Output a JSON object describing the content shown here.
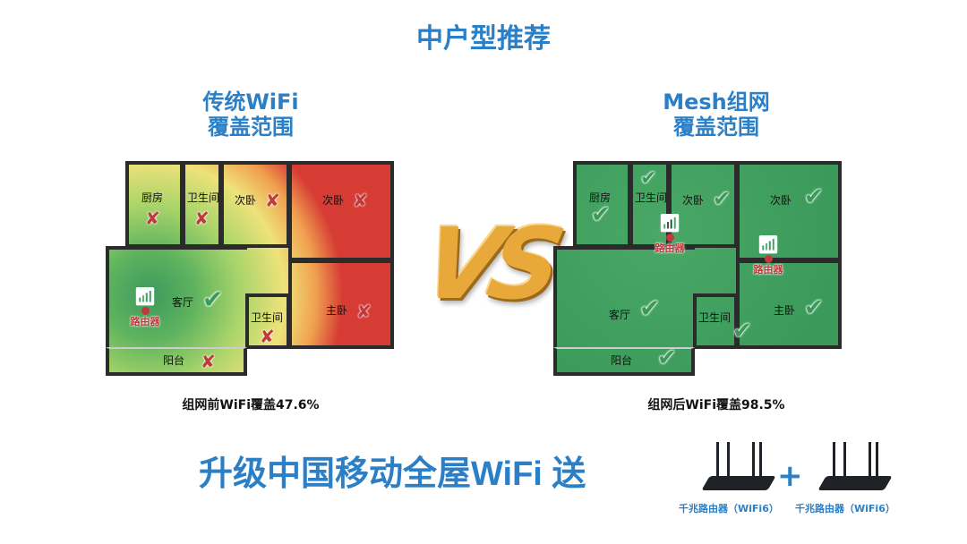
{
  "title": "中户型推荐",
  "left": {
    "heading1": "传统WiFi",
    "heading2": "覆盖范围",
    "coverage": "组网前WiFi覆盖47.6%",
    "rooms": {
      "kitchen": "厨房",
      "bath1": "卫生间",
      "bed2a": "次卧",
      "bed2b": "次卧",
      "master": "主卧",
      "bath2": "卫生间",
      "living": "客厅",
      "balcony": "阳台"
    },
    "router": "路由器"
  },
  "right": {
    "heading1": "Mesh组网",
    "heading2": "覆盖范围",
    "coverage": "组网后WiFi覆盖98.5%",
    "rooms": {
      "kitchen": "厨房",
      "bath1": "卫生间",
      "bed2a": "次卧",
      "bed2b": "次卧",
      "master": "主卧",
      "bath2": "卫生间",
      "living": "客厅",
      "balcony": "阳台"
    },
    "router1": "路由器",
    "router2": "路由器"
  },
  "vs": "VS",
  "promo": "升级中国移动全屋WiFi 送",
  "gift1": "千兆路由器（WiFi6）",
  "gift2": "千兆路由器（WiFi6）",
  "plus": "+",
  "colors": {
    "brand": "#2a7fc6",
    "bad": "#d63b34",
    "good": "#3a9a5a"
  }
}
